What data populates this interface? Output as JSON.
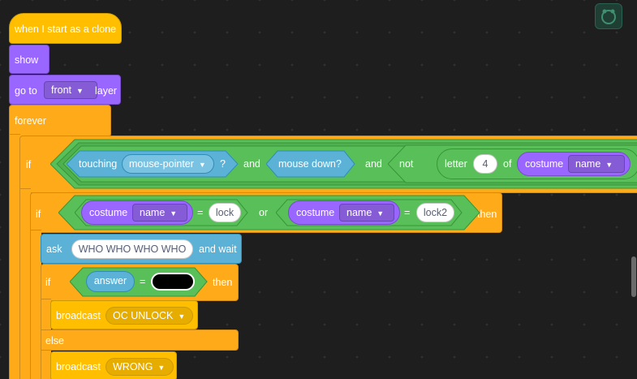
{
  "hat": {
    "label": "when I start as a clone"
  },
  "show": {
    "label": "show"
  },
  "goto": {
    "label": "go to",
    "menu": "front",
    "suffix": "layer"
  },
  "forever": {
    "label": "forever"
  },
  "if1": {
    "if_label": "if",
    "touching": "touching",
    "touching_menu": "mouse-pointer",
    "q": "?",
    "and1": "and",
    "mouse_down": "mouse down?",
    "and2": "and",
    "not": "not",
    "letter": "letter",
    "letter_num": "4",
    "of": "of",
    "costume": "costume",
    "costume_menu": "name"
  },
  "if2": {
    "if_label": "if",
    "costume1": "costume",
    "costume1_menu": "name",
    "eq1": "=",
    "val1": "lock",
    "or": "or",
    "costume2": "costume",
    "costume2_menu": "name",
    "eq2": "=",
    "val2": "lock2",
    "then": "then"
  },
  "ask": {
    "label": "ask",
    "value": "WHO WHO WHO WHO",
    "suffix": "and wait"
  },
  "if3": {
    "if_label": "if",
    "answer": "answer",
    "eq": "=",
    "then": "then"
  },
  "broadcast1": {
    "label": "broadcast",
    "menu": "OC UNLOCK"
  },
  "else": {
    "label": "else"
  },
  "broadcast2": {
    "label": "broadcast",
    "menu": "WRONG"
  },
  "colors": {
    "control": "#ffab19",
    "looks": "#9966ff",
    "sensing": "#5cb1d6",
    "operators": "#59c059",
    "events": "#ffbf00"
  }
}
